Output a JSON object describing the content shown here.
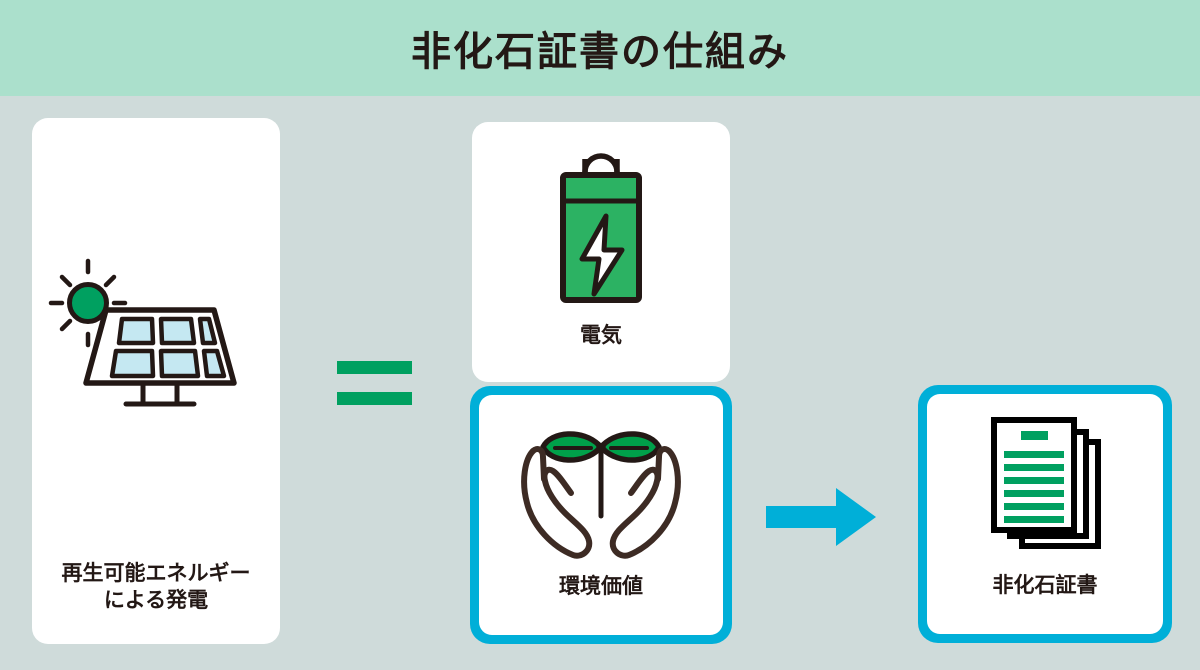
{
  "header": {
    "title": "非化石証書の仕組み",
    "background": "#abe0cc",
    "text_color": "#231815"
  },
  "page": {
    "background": "#cfdbda",
    "accent_color": "#00afd8",
    "green_color": "#00a060",
    "battery_green": "#2cb263",
    "leaf_green": "#00a04a",
    "panel_cell_blue": "#c5e8f2",
    "outline_color": "#231815"
  },
  "panels": [
    {
      "id": "solar",
      "label": "再生可能エネルギー\nによる発電",
      "icon": "solar-panel-sun-icon",
      "accent_border": false
    },
    {
      "id": "battery",
      "label": "電気",
      "icon": "battery-bolt-icon",
      "accent_border": false
    },
    {
      "id": "value",
      "label": "環境価値",
      "icon": "hands-sprout-icon",
      "accent_border": true
    },
    {
      "id": "certificate",
      "label": "非化石証書",
      "icon": "certificate-documents-icon",
      "accent_border": true
    }
  ],
  "connectors": {
    "equals": {
      "name": "equals-sign",
      "symbol": "=",
      "color": "#00a060"
    },
    "arrow": {
      "name": "right-arrow",
      "direction": "right",
      "color": "#00afd8"
    }
  }
}
